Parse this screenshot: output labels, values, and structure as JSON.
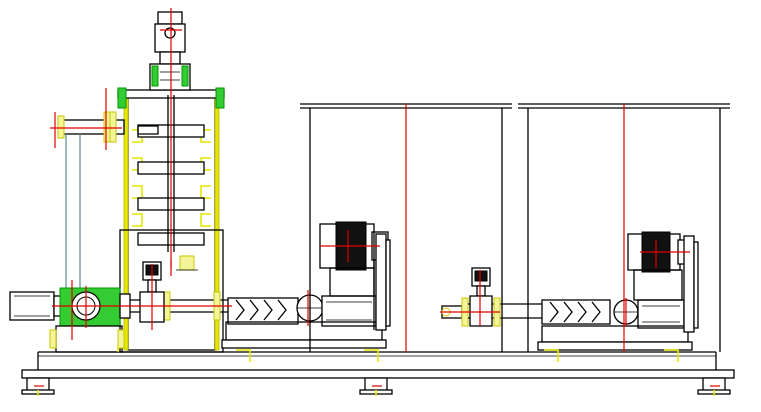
{
  "drawing": {
    "colors": {
      "outline": "#000000",
      "centerline": "#e00000",
      "tank_wall": "#c8c8a0",
      "flange": "#e8e800",
      "valve": "#00a000",
      "pipe": "#8aa8a8"
    },
    "components": {
      "base_frame": "skid-base-frame",
      "mixing_tank": "vertical-mixing-tank-with-agitator",
      "agitator_motor": "top-mounted-agitator-motor",
      "storage_tank_1": "open-storage-tank",
      "storage_tank_2": "open-storage-tank",
      "pump_1": "motor-driven-screw-pump",
      "pump_2": "motor-driven-screw-pump",
      "feed_pump": "horizontal-feed-pump",
      "instruments": "pressure-transmitter-icon"
    }
  }
}
